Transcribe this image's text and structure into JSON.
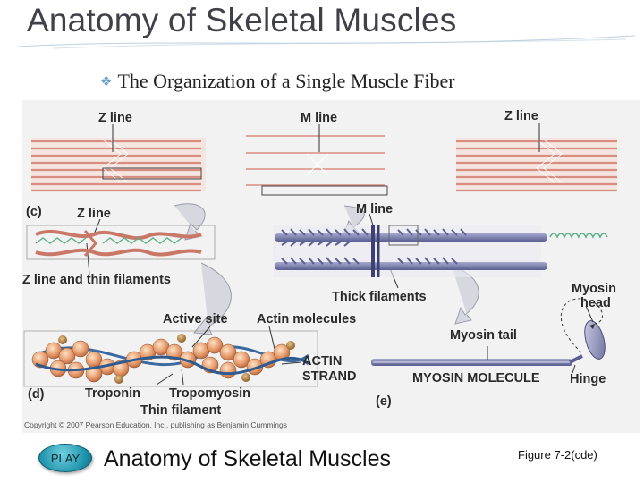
{
  "slide": {
    "title": "Anatomy of Skeletal Muscles",
    "subtitle": "The Organization of a Single Muscle Fiber",
    "caption": "Anatomy of Skeletal Muscles",
    "figure_number": "Figure 7-2(cde)",
    "play_label": "PLAY"
  },
  "figure": {
    "labels": {
      "z_line_top_left": "Z line",
      "m_line_top": "M line",
      "z_line_top_right": "Z line",
      "panel_c": "(c)",
      "z_line_mid": "Z line",
      "m_line_mid": "M line",
      "z_line_thin": "Z line and thin filaments",
      "thick_filaments": "Thick filaments",
      "myosin_head_1": "Myosin",
      "myosin_head_2": "head",
      "active_site": "Active site",
      "actin_molecules": "Actin molecules",
      "myosin_tail": "Myosin tail",
      "actin_strand_1": "ACTIN",
      "actin_strand_2": "STRAND",
      "myosin_molecule": "MYOSIN MOLECULE",
      "hinge": "Hinge",
      "panel_d": "(d)",
      "troponin": "Troponin",
      "tropomyosin": "Tropomyosin",
      "thin_filament": "Thin filament",
      "panel_e": "(e)",
      "copyright": "Copyright © 2007 Pearson Education, Inc., publishing as Benjamin Cummings"
    }
  }
}
